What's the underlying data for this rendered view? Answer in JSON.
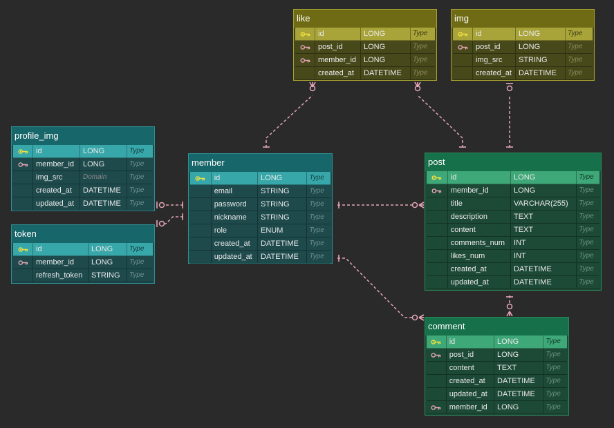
{
  "colors": {
    "background": "#2a2a2b",
    "relation_line": "#e5a6b5",
    "key_primary": "#f0e040",
    "key_foreign": "#e5a6b5"
  },
  "type_placeholder": "Type",
  "tables": {
    "like": {
      "title": "like",
      "theme": "olive",
      "columns": [
        {
          "name": "id",
          "type": "LONG",
          "key": "primary-key-icon",
          "pk": true
        },
        {
          "name": "post_id",
          "type": "LONG",
          "key": "foreign-key-icon"
        },
        {
          "name": "member_id",
          "type": "LONG",
          "key": "foreign-key-icon"
        },
        {
          "name": "created_at",
          "type": "DATETIME",
          "key": ""
        }
      ]
    },
    "img": {
      "title": "img",
      "theme": "olive",
      "columns": [
        {
          "name": "id",
          "type": "LONG",
          "key": "primary-key-icon",
          "pk": true
        },
        {
          "name": "post_id",
          "type": "LONG",
          "key": "foreign-key-icon"
        },
        {
          "name": "img_src",
          "type": "STRING",
          "key": ""
        },
        {
          "name": "created_at",
          "type": "DATETIME",
          "key": ""
        }
      ]
    },
    "profile_img": {
      "title": "profile_img",
      "theme": "teal",
      "columns": [
        {
          "name": "id",
          "type": "LONG",
          "key": "primary-key-icon",
          "pk": true
        },
        {
          "name": "member_id",
          "type": "LONG",
          "key": "foreign-key-icon"
        },
        {
          "name": "img_src",
          "type": "Domain",
          "key": "",
          "muted": true
        },
        {
          "name": "created_at",
          "type": "DATETIME",
          "key": ""
        },
        {
          "name": "updated_at",
          "type": "DATETIME",
          "key": ""
        }
      ]
    },
    "token": {
      "title": "token",
      "theme": "teal",
      "columns": [
        {
          "name": "id",
          "type": "LONG",
          "key": "primary-key-icon",
          "pk": true
        },
        {
          "name": "member_id",
          "type": "LONG",
          "key": "foreign-key-icon"
        },
        {
          "name": "refresh_token",
          "type": "STRING",
          "key": ""
        }
      ]
    },
    "member": {
      "title": "member",
      "theme": "teal",
      "columns": [
        {
          "name": "id",
          "type": "LONG",
          "key": "primary-key-icon",
          "pk": true
        },
        {
          "name": "email",
          "type": "STRING",
          "key": ""
        },
        {
          "name": "password",
          "type": "STRING",
          "key": ""
        },
        {
          "name": "nickname",
          "type": "STRING",
          "key": ""
        },
        {
          "name": "role",
          "type": "ENUM",
          "key": ""
        },
        {
          "name": "created_at",
          "type": "DATETIME",
          "key": ""
        },
        {
          "name": "updated_at",
          "type": "DATETIME",
          "key": ""
        }
      ]
    },
    "post": {
      "title": "post",
      "theme": "green",
      "columns": [
        {
          "name": "id",
          "type": "LONG",
          "key": "primary-key-icon",
          "pk": true
        },
        {
          "name": "member_id",
          "type": "LONG",
          "key": "foreign-key-icon"
        },
        {
          "name": "title",
          "type": "VARCHAR(255)",
          "key": ""
        },
        {
          "name": "description",
          "type": "TEXT",
          "key": ""
        },
        {
          "name": "content",
          "type": "TEXT",
          "key": ""
        },
        {
          "name": "comments_num",
          "type": "INT",
          "key": ""
        },
        {
          "name": "likes_num",
          "type": "INT",
          "key": ""
        },
        {
          "name": "created_at",
          "type": "DATETIME",
          "key": ""
        },
        {
          "name": "updated_at",
          "type": "DATETIME",
          "key": ""
        }
      ]
    },
    "comment": {
      "title": "comment",
      "theme": "green",
      "columns": [
        {
          "name": "id",
          "type": "LONG",
          "key": "primary-key-icon",
          "pk": true
        },
        {
          "name": "post_id",
          "type": "LONG",
          "key": "foreign-key-icon"
        },
        {
          "name": "content",
          "type": "TEXT",
          "key": ""
        },
        {
          "name": "created_at",
          "type": "DATETIME",
          "key": ""
        },
        {
          "name": "updated_at",
          "type": "DATETIME",
          "key": ""
        },
        {
          "name": "member_id",
          "type": "LONG",
          "key": "foreign-key-icon"
        }
      ]
    }
  },
  "relations": [
    {
      "from": "member",
      "to": "like",
      "from_end": "one",
      "to_end": "zero-or-many"
    },
    {
      "from": "post",
      "to": "like",
      "from_end": "one",
      "to_end": "zero-or-many"
    },
    {
      "from": "post",
      "to": "img",
      "from_end": "one",
      "to_end": "zero-or-one"
    },
    {
      "from": "member",
      "to": "profile_img",
      "from_end": "one",
      "to_end": "zero-or-one"
    },
    {
      "from": "member",
      "to": "token",
      "from_end": "one",
      "to_end": "zero-or-one"
    },
    {
      "from": "member",
      "to": "post",
      "from_end": "one",
      "to_end": "zero-or-many"
    },
    {
      "from": "member",
      "to": "comment",
      "from_end": "one",
      "to_end": "zero-or-many"
    },
    {
      "from": "post",
      "to": "comment",
      "from_end": "one",
      "to_end": "zero-or-many"
    }
  ]
}
